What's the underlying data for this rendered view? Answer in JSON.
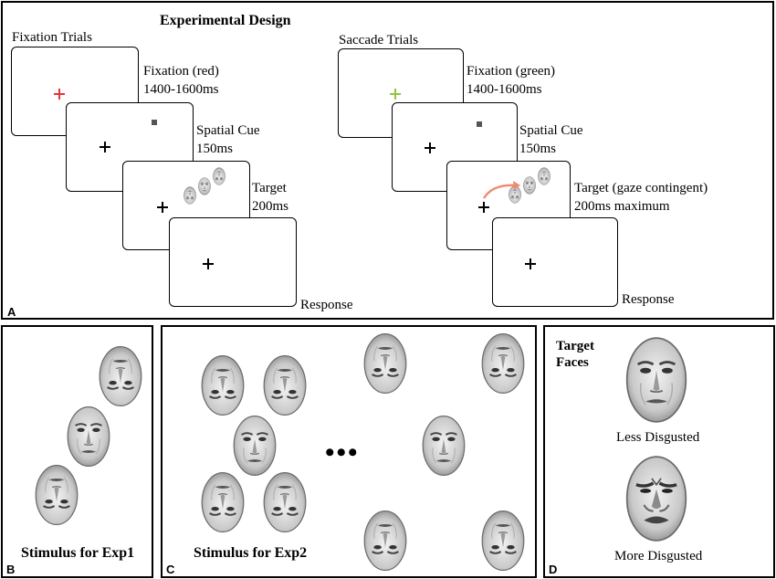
{
  "panel_a": {
    "title": "Experimental Design",
    "label": "A",
    "fixation": {
      "heading": "Fixation Trials",
      "step1_line1": "Fixation (red)",
      "step1_line2": "1400-1600ms",
      "step2_line1": "Spatial Cue",
      "step2_line2": "150ms",
      "step3_line1": "Target",
      "step3_line2": "200ms",
      "step4": "Response",
      "fixation_color": "#e8323c"
    },
    "saccade": {
      "heading": "Saccade Trials",
      "step1_line1": "Fixation (green)",
      "step1_line2": "1400-1600ms",
      "step2_line1": "Spatial Cue",
      "step2_line2": "150ms",
      "step3_line1": "Target (gaze contingent)",
      "step3_line2": "200ms maximum",
      "step4": "Response",
      "fixation_color": "#8ec63f",
      "arrow_color": "#f08a6e"
    }
  },
  "panel_b": {
    "label": "B",
    "caption": "Stimulus for Exp1"
  },
  "panel_c": {
    "label": "C",
    "caption": "Stimulus for Exp2",
    "ellipsis": "•••"
  },
  "panel_d": {
    "label": "D",
    "heading_line1": "Target",
    "heading_line2": "Faces",
    "face1_caption": "Less Disgusted",
    "face2_caption": "More Disgusted"
  }
}
